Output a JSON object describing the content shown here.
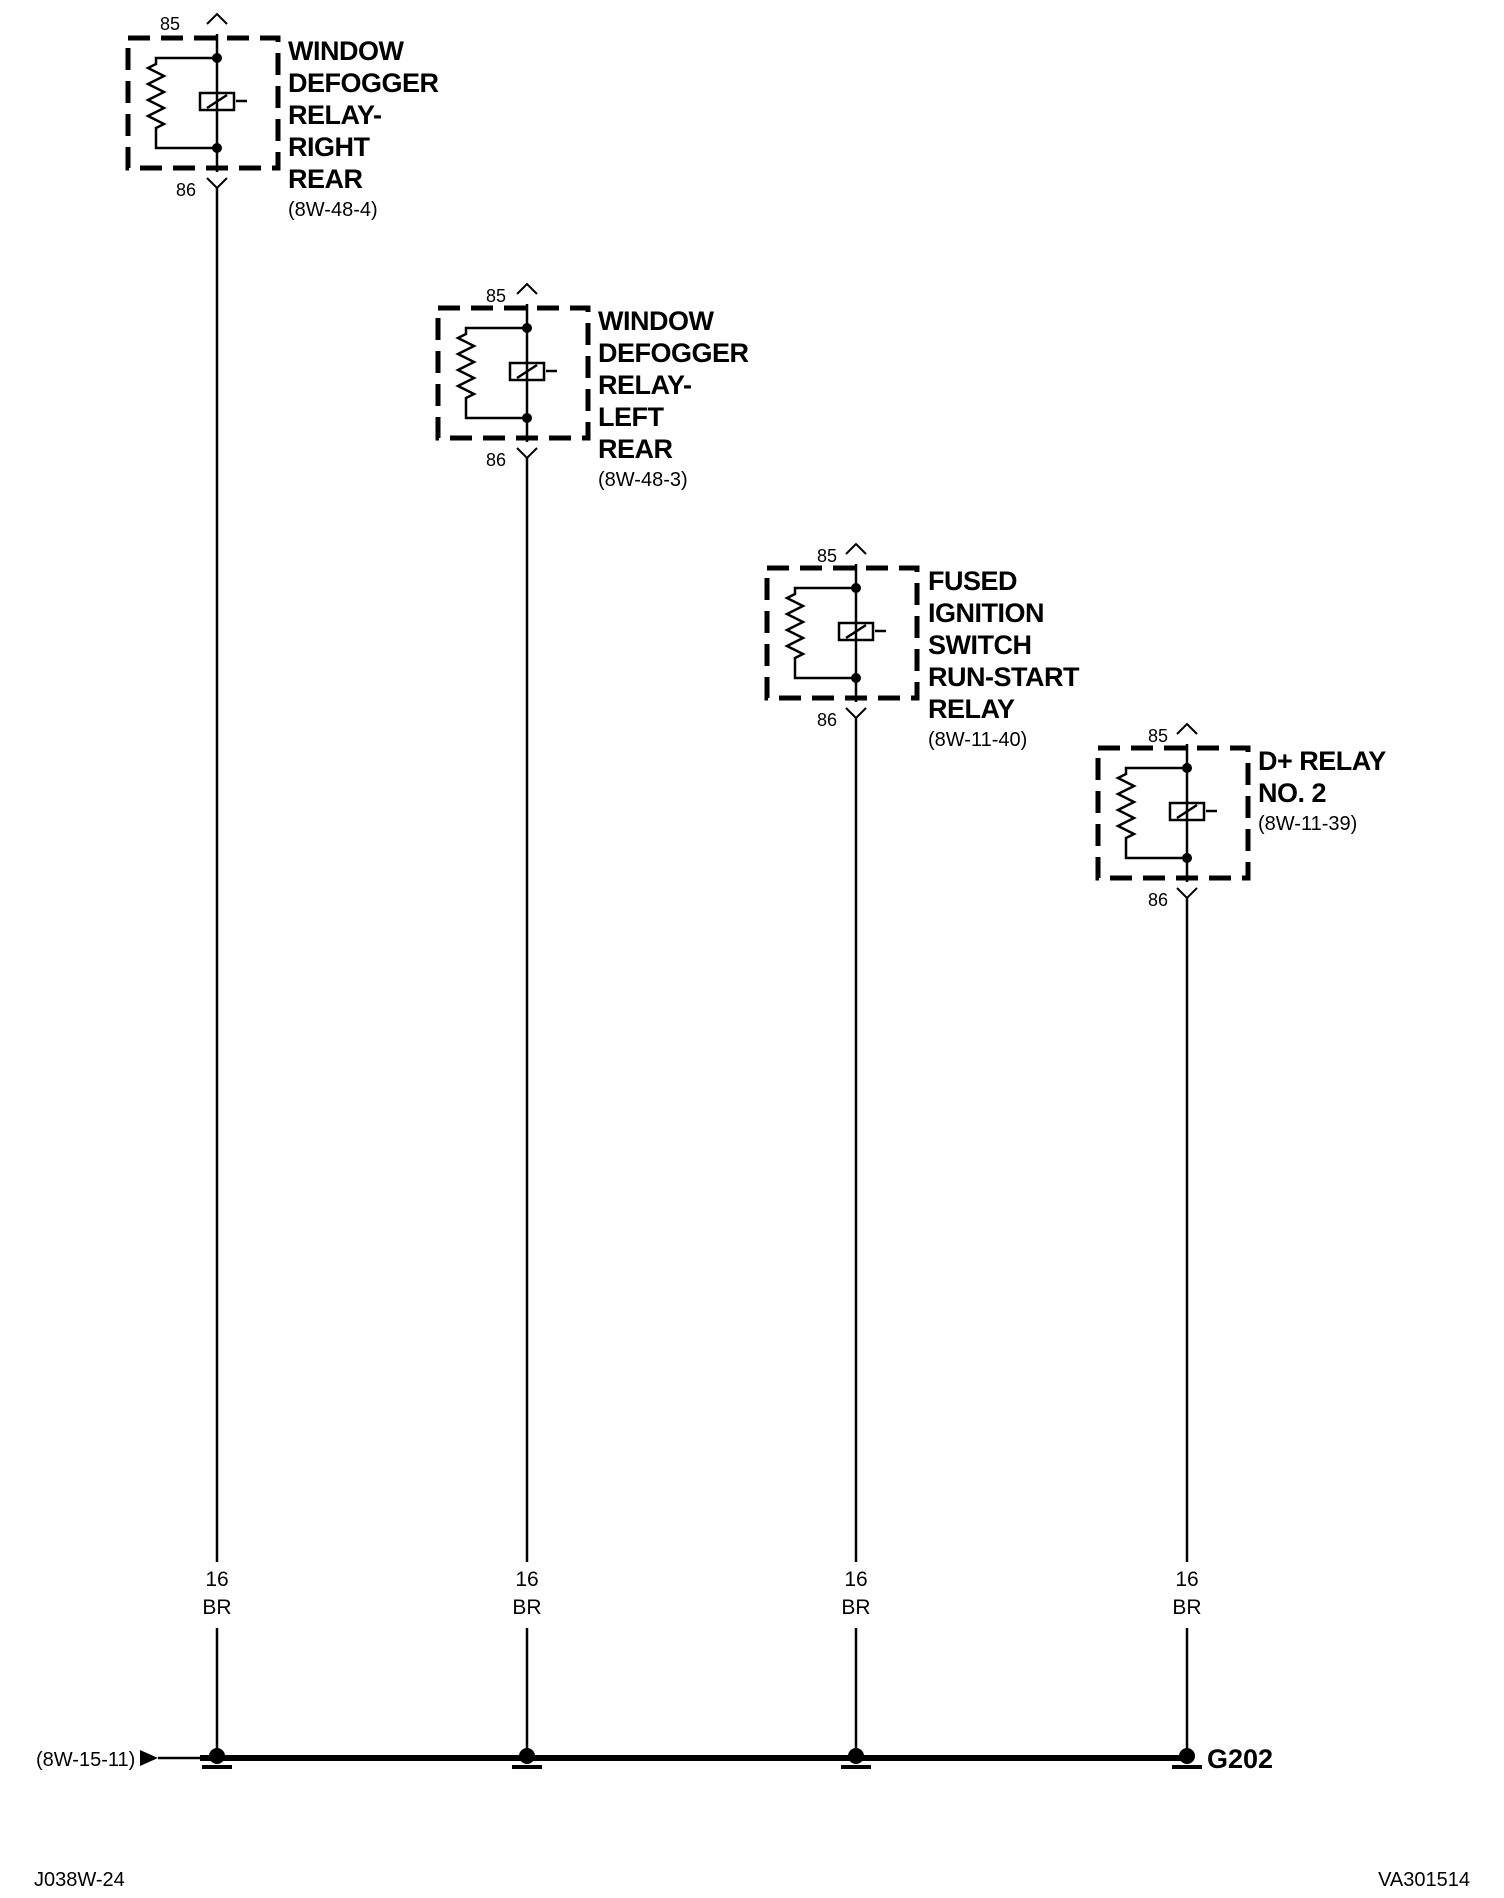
{
  "relays": [
    {
      "id": "rr",
      "name_lines": [
        "WINDOW",
        "DEFOGGER",
        "RELAY-",
        "RIGHT",
        "REAR"
      ],
      "ref": "(8W-48-4)",
      "pin_top": "85",
      "pin_bottom": "86"
    },
    {
      "id": "lr",
      "name_lines": [
        "WINDOW",
        "DEFOGGER",
        "RELAY-",
        "LEFT",
        "REAR"
      ],
      "ref": "(8W-48-3)",
      "pin_top": "85",
      "pin_bottom": "86"
    },
    {
      "id": "ign",
      "name_lines": [
        "FUSED",
        "IGNITION",
        "SWITCH",
        "RUN-START",
        "RELAY"
      ],
      "ref": "(8W-11-40)",
      "pin_top": "85",
      "pin_bottom": "86"
    },
    {
      "id": "dplus",
      "name_lines": [
        "D+ RELAY",
        "NO. 2"
      ],
      "ref": "(8W-11-39)",
      "pin_top": "85",
      "pin_bottom": "86"
    }
  ],
  "wires": [
    {
      "gauge": "16",
      "color_code": "BR"
    },
    {
      "gauge": "16",
      "color_code": "BR"
    },
    {
      "gauge": "16",
      "color_code": "BR"
    },
    {
      "gauge": "16",
      "color_code": "BR"
    }
  ],
  "ground": {
    "label": "G202",
    "incoming_ref": "(8W-15-11)"
  },
  "footer": {
    "left": "J038W-24",
    "right": "VA301514"
  }
}
